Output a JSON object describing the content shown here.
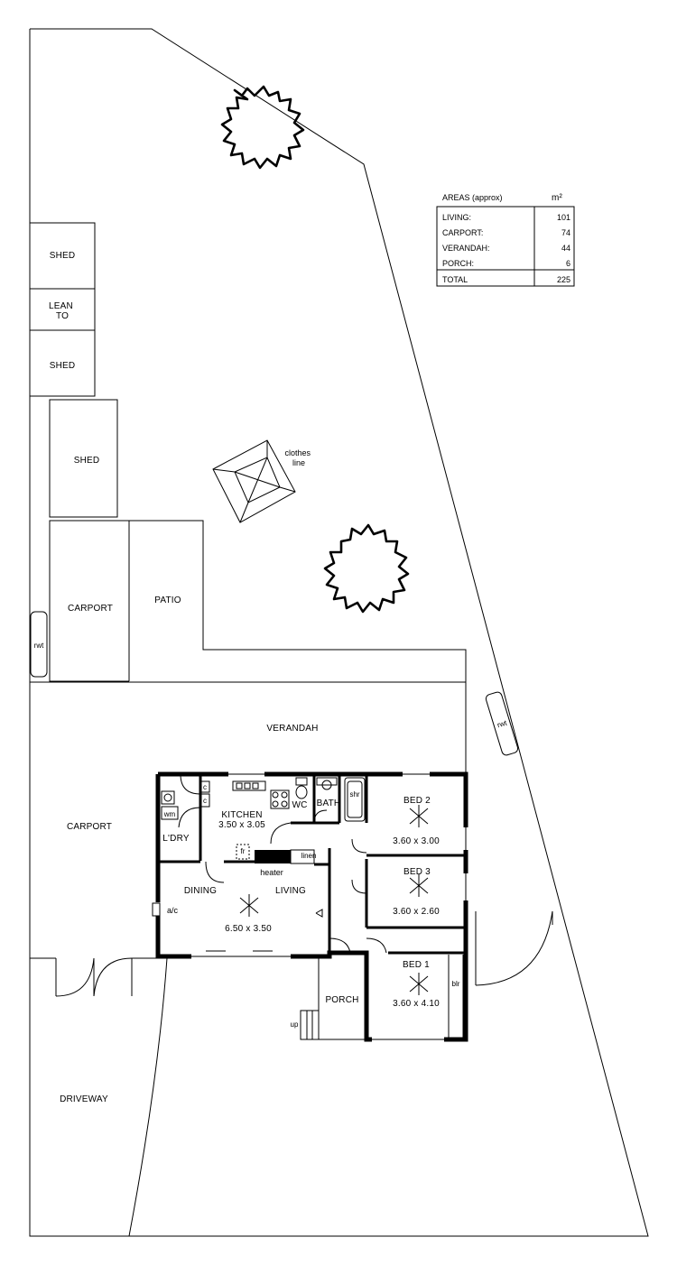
{
  "areas_table": {
    "title": "AREAS (approx)",
    "unit": "m²",
    "rows": [
      {
        "label": "LIVING:",
        "value": "101"
      },
      {
        "label": "CARPORT:",
        "value": "74"
      },
      {
        "label": "VERANDAH:",
        "value": "44"
      },
      {
        "label": "PORCH:",
        "value": "6"
      }
    ],
    "total_label": "TOTAL",
    "total_value": "225"
  },
  "outbuildings": {
    "shed_top": "SHED",
    "lean_to": "LEAN\nTO",
    "shed_middle": "SHED",
    "shed_large": "SHED",
    "carport_rear": "CARPORT",
    "patio": "PATIO",
    "clothes_line": "clothes\nline",
    "rwt_left": "rwt",
    "rwt_right": "rwt",
    "verandah": "VERANDAH",
    "carport_side": "CARPORT",
    "driveway": "DRIVEWAY"
  },
  "rooms": {
    "kitchen": "KITCHEN",
    "kitchen_size": "3.50 x 3.05",
    "wc": "WC",
    "bath": "BATH",
    "shr": "shr",
    "ldry": "L'DRY",
    "wm": "wm",
    "cupboard_a": "c",
    "cupboard_b": "c",
    "fr": "fr",
    "linen": "linen",
    "heater": "heater",
    "dining": "DINING",
    "living": "LIVING",
    "living_size": "6.50 x 3.50",
    "ac": "a/c",
    "bed2": "BED 2",
    "bed2_size": "3.60 x 3.00",
    "bed3": "BED 3",
    "bed3_size": "3.60 x 2.60",
    "bed1": "BED 1",
    "bed1_size": "3.60 x 4.10",
    "blr": "blr",
    "porch": "PORCH",
    "up": "up"
  }
}
